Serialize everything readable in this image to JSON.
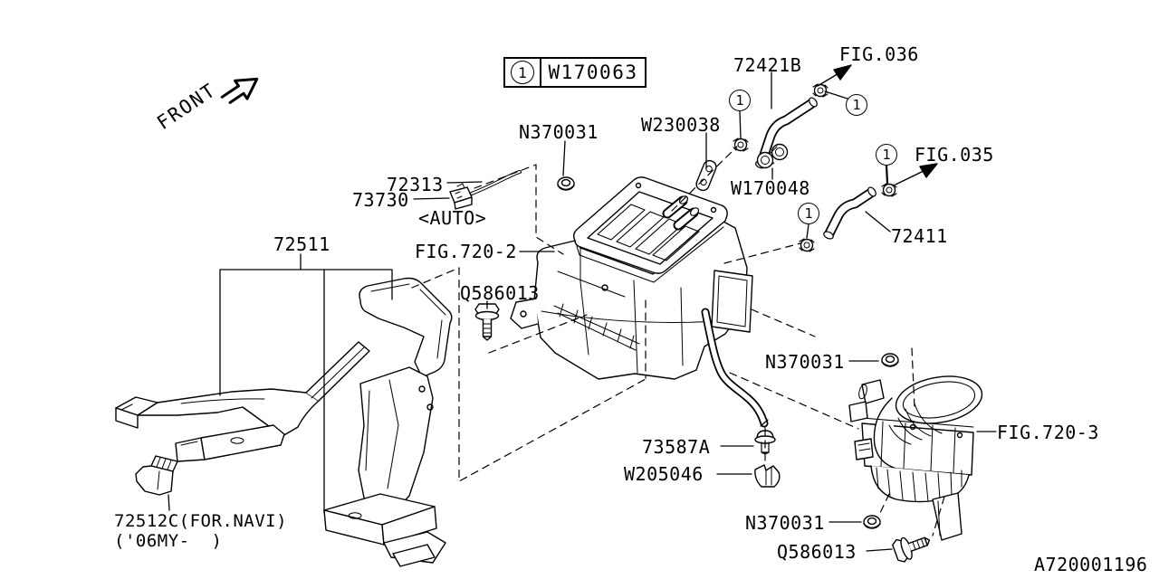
{
  "diagram": {
    "title": "Heater system exploded parts diagram",
    "drawing_number": "A720001196",
    "line_color": "#000000",
    "background": "#ffffff"
  },
  "labels": {
    "front": "FRONT",
    "legend_part": "W170063",
    "callout": "1",
    "p72421b": "72421B",
    "fig036": "FIG.036",
    "fig035": "FIG.035",
    "n370031": "N370031",
    "w230038": "W230038",
    "w170048": "W170048",
    "p72411": "72411",
    "p72313": "72313",
    "p73730": "73730",
    "auto_tag": "<AUTO>",
    "p72511": "72511",
    "fig720_2": "FIG.720-2",
    "q586013": "Q586013",
    "fig720_3": "FIG.720-3",
    "p73587a": "73587A",
    "w205046": "W205046",
    "p72512c": "72512C(FOR.NAVI)",
    "my06": "('06MY-  )",
    "diagram_id": "A720001196"
  }
}
